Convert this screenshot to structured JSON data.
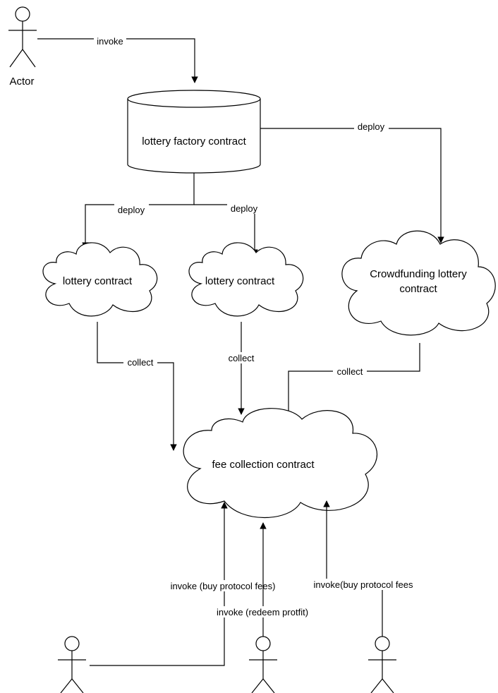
{
  "actors": {
    "top_actor_label": "Actor"
  },
  "nodes": {
    "factory": "lottery factory contract",
    "lottery_1": "lottery contract",
    "lottery_2": "lottery contract",
    "crowdfunding_line1": "Crowdfunding lottery",
    "crowdfunding_line2": "contract",
    "fee_collection": "fee collection contract"
  },
  "edges": {
    "invoke_top": "invoke",
    "deploy_crowdfunding": "deploy",
    "deploy_lottery_1": "deploy",
    "deploy_lottery_2": "deploy",
    "collect_lottery_1": "collect",
    "collect_lottery_2": "collect",
    "collect_crowdfunding": "collect",
    "invoke_buy_fees_left": "invoke (buy protocol fees)",
    "invoke_redeem": "invoke (redeem protfit)",
    "invoke_buy_fees_right": "invoke(buy protocol fees"
  },
  "colors": {
    "stroke": "#000000",
    "background": "#ffffff"
  }
}
